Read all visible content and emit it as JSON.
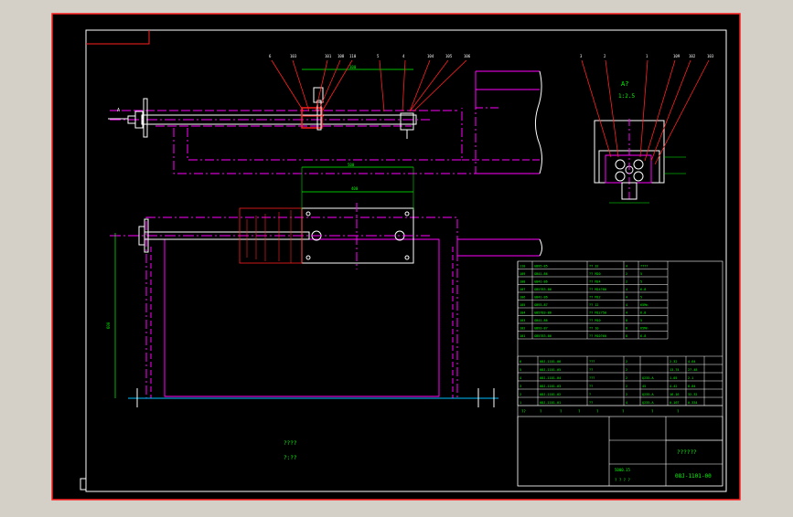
{
  "drawing": {
    "section_label": "A?",
    "section_scale": "1:2.5",
    "arrow_label": "A",
    "note_line1": "????",
    "note_line2": "?:??",
    "top_callouts": [
      "6",
      "103",
      "101",
      "108",
      "110",
      "5",
      "4",
      "104",
      "105",
      "106"
    ],
    "right_callouts": [
      "3",
      "2",
      "1",
      "109",
      "102",
      "103"
    ],
    "dims": {
      "top_span": "300",
      "mid_span": "500",
      "plate": "400",
      "left_height": "600"
    },
    "title_block": {
      "drawing_name": "??????",
      "drawing_number": "08J-1101-00",
      "scale": "5000.15",
      "sheet": "? ? ? ?"
    },
    "parts": [
      [
        "110",
        "GB95-85",
        "?? 32",
        "4",
        "????"
      ],
      [
        "109",
        "GB41-86",
        "?? M20",
        "2",
        "5"
      ],
      [
        "108",
        "GB41-86",
        "?? M24",
        "2",
        "5"
      ],
      [
        "107",
        "GB5783-86",
        "?? M24?80",
        "4",
        "6.8"
      ],
      [
        "106",
        "GB41-86",
        "?? M12",
        "4",
        "5"
      ],
      [
        "105",
        "GB93-87",
        "?? 12",
        "4",
        "65Mn"
      ],
      [
        "104",
        "GB5783-86",
        "?? M12?50",
        "4",
        "6.8"
      ],
      [
        "103",
        "GB41-86",
        "?? M10",
        "8",
        "5"
      ],
      [
        "102",
        "GB93-87",
        "?? 10",
        "8",
        "65Mn"
      ],
      [
        "101",
        "GB5783-86",
        "?? M10?60",
        "8",
        "6.8"
      ]
    ],
    "assy": [
      [
        "6",
        "08J-1101-06",
        "???",
        "2",
        "",
        "2.32",
        "4.64"
      ],
      [
        "5",
        "08J-1101-05",
        "??",
        "2",
        "",
        "13.74",
        "27.48"
      ],
      [
        "4",
        "08J-1101-04",
        "???",
        "2",
        "Q235-A",
        "1.05",
        "2.1"
      ],
      [
        "3",
        "08J-1101-03",
        "??",
        "2",
        "45",
        "4.42",
        "8.84"
      ],
      [
        "2",
        "08J-1101-02",
        "?",
        "2",
        "Q235-A",
        "16.16",
        "32.32"
      ],
      [
        "1",
        "08J-1101-01",
        "??",
        "4",
        "Q235-A",
        "0.167",
        "0.334"
      ]
    ],
    "header_cells": [
      "??",
      "?",
      "?",
      "?",
      "?",
      "?",
      "?",
      "?"
    ]
  }
}
